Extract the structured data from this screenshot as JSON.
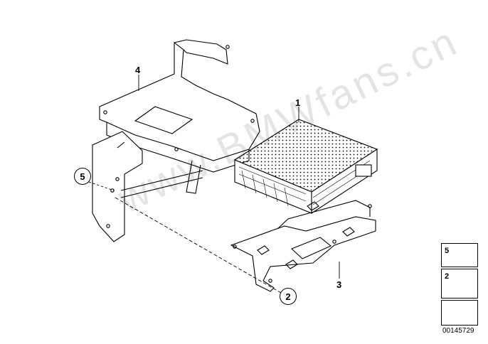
{
  "diagram": {
    "watermark": "www.BMWfans.cn",
    "callouts": {
      "part_1": "1",
      "part_2": "2",
      "part_3": "3",
      "part_4": "4",
      "part_5": "5"
    },
    "legend": {
      "item_5": "5",
      "item_2": "2"
    },
    "document_number": "00145729"
  }
}
